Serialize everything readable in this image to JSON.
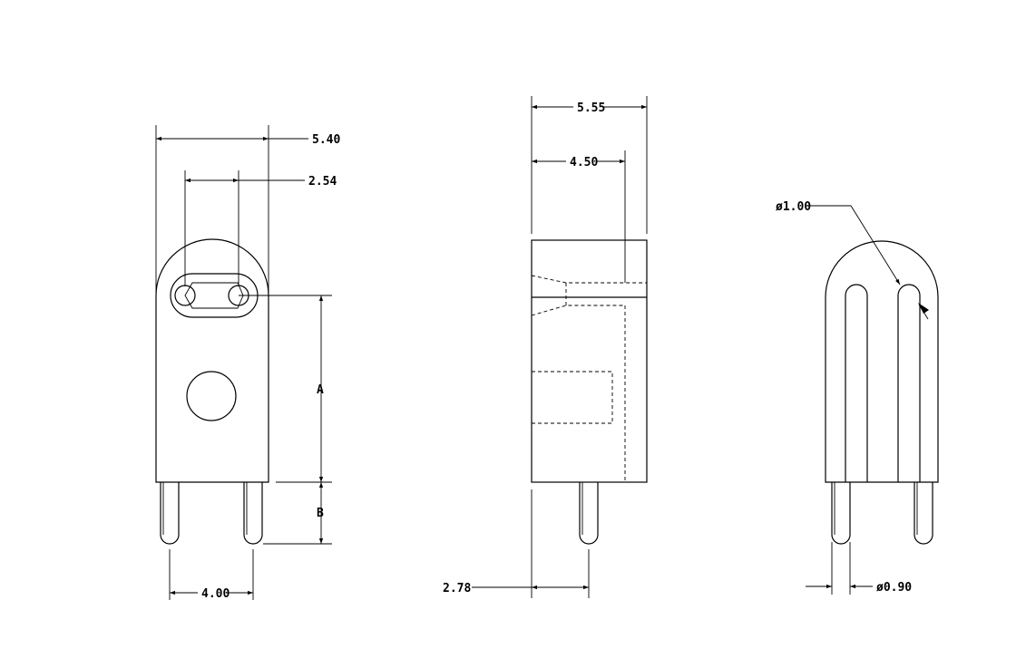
{
  "drawing": {
    "front_view": {
      "width_dim": "5.40",
      "pitch_dim": "2.54",
      "height_a_label": "A",
      "height_b_label": "B",
      "pin_spacing_dim": "4.00"
    },
    "side_view": {
      "overall_width_dim": "5.55",
      "inner_width_dim": "4.50",
      "pin_offset_dim": "2.78"
    },
    "end_view": {
      "hole_diameter_dim": "ø1.00",
      "pin_diameter_dim": "ø0.90"
    }
  }
}
